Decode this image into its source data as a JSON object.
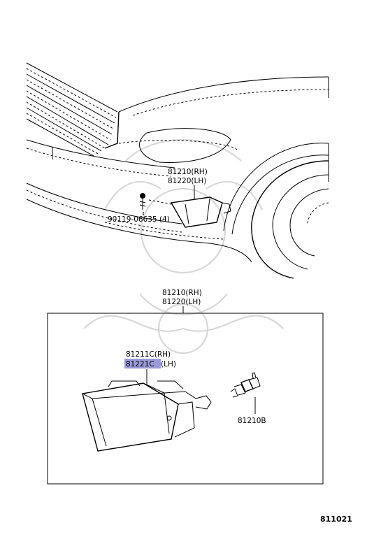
{
  "callouts": {
    "upper_part_rh": "81210(RH)",
    "upper_part_lh": "81220(LH)",
    "screw": "90119-06635 (4)",
    "box_part_rh": "81210(RH)",
    "box_part_lh": "81220(LH)",
    "lens_rh": "81211C(RH)",
    "lens_lh_code": "81221C",
    "lens_lh_side": "(LH)",
    "bulb": "81210B"
  },
  "figure_number": "811021",
  "colors": {
    "highlight": "#9a9ad8",
    "line": "#000000",
    "watermark": "#d8d8d8"
  }
}
